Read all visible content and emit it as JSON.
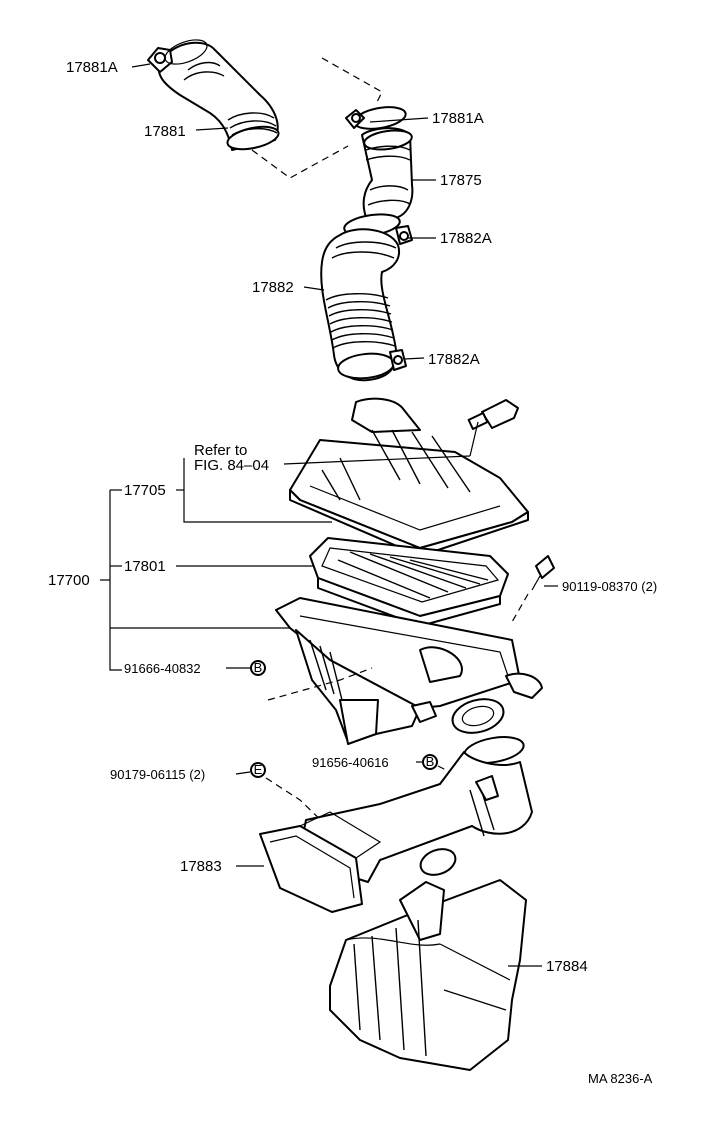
{
  "diagram": {
    "drawing_code": "MA 8236-A",
    "callouts": {
      "p17881A_top": "17881A",
      "p17881": "17881",
      "p17881A_right": "17881A",
      "p17875": "17875",
      "p17882A_top": "17882A",
      "p17882": "17882",
      "p17882A_bottom": "17882A",
      "refer_line1": "Refer to",
      "refer_line2": "FIG. 84–04",
      "p17705": "17705",
      "p17801": "17801",
      "p17700": "17700",
      "p90119": "90119-08370 (2)",
      "p91666": "91666-40832",
      "p91656": "91656-40616",
      "p90179": "90179-06115 (2)",
      "p17883": "17883",
      "p17884": "17884"
    },
    "markers": {
      "b1": "B",
      "b2": "B",
      "e1": "E"
    }
  }
}
